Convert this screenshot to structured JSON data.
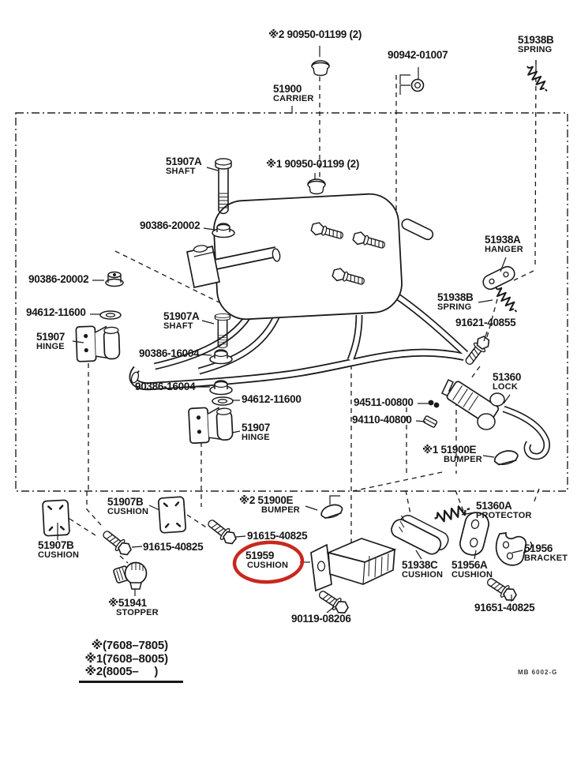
{
  "doc": {
    "type_label": "parts-diagram",
    "footer_code": "MB 6002-G"
  },
  "highlight": {
    "color": "#c8281e",
    "part_number": "51959"
  },
  "parts": [
    {
      "number": "※2 90950-01199 (2)"
    },
    {
      "number": "90942-01007"
    },
    {
      "number": "51938B",
      "name": "SPRING"
    },
    {
      "number": "51900",
      "name": "CARRIER"
    },
    {
      "number": "51907A",
      "name": "SHAFT"
    },
    {
      "number": "※1 90950-01199 (2)"
    },
    {
      "number": "90386-20002"
    },
    {
      "number": "90386-20002"
    },
    {
      "number": "94612-11600"
    },
    {
      "number": "51907",
      "name": "HINGE"
    },
    {
      "number": "51907A",
      "name": "SHAFT"
    },
    {
      "number": "90386-16004"
    },
    {
      "number": "90386-16004"
    },
    {
      "number": "94612-11600"
    },
    {
      "number": "51907",
      "name": "HINGE"
    },
    {
      "number": "51938A",
      "name": "HANGER"
    },
    {
      "number": "51938B",
      "name": "SPRING"
    },
    {
      "number": "91621-40855"
    },
    {
      "number": "51360",
      "name": "LOCK"
    },
    {
      "number": "94511-00800"
    },
    {
      "number": "94110-40800"
    },
    {
      "number": "※1 51900E",
      "name": "BUMPER"
    },
    {
      "number": "51907B",
      "name": "CUSHION"
    },
    {
      "number": "51907B",
      "name": "CUSHION"
    },
    {
      "number": "91615-40825"
    },
    {
      "number": "※2 51900E",
      "name": "BUMPER"
    },
    {
      "number": "91615-40825"
    },
    {
      "number": "51959",
      "name": "CUSHION"
    },
    {
      "number": "51360A",
      "name": "PROTECTOR"
    },
    {
      "number": "51938C",
      "name": "CUSHION"
    },
    {
      "number": "51956A",
      "name": "CUSHION"
    },
    {
      "number": "51956",
      "name": "BRACKET"
    },
    {
      "number": "※51941",
      "name": "STOPPER"
    },
    {
      "number": "90119-08206"
    },
    {
      "number": "91651-40825"
    }
  ],
  "legend": {
    "items": [
      {
        "mark": "※",
        "range": "(7608–7805)"
      },
      {
        "mark": "※1",
        "range": "(7608–8005)"
      },
      {
        "mark": "※2",
        "range": "(8005–     )"
      }
    ]
  }
}
